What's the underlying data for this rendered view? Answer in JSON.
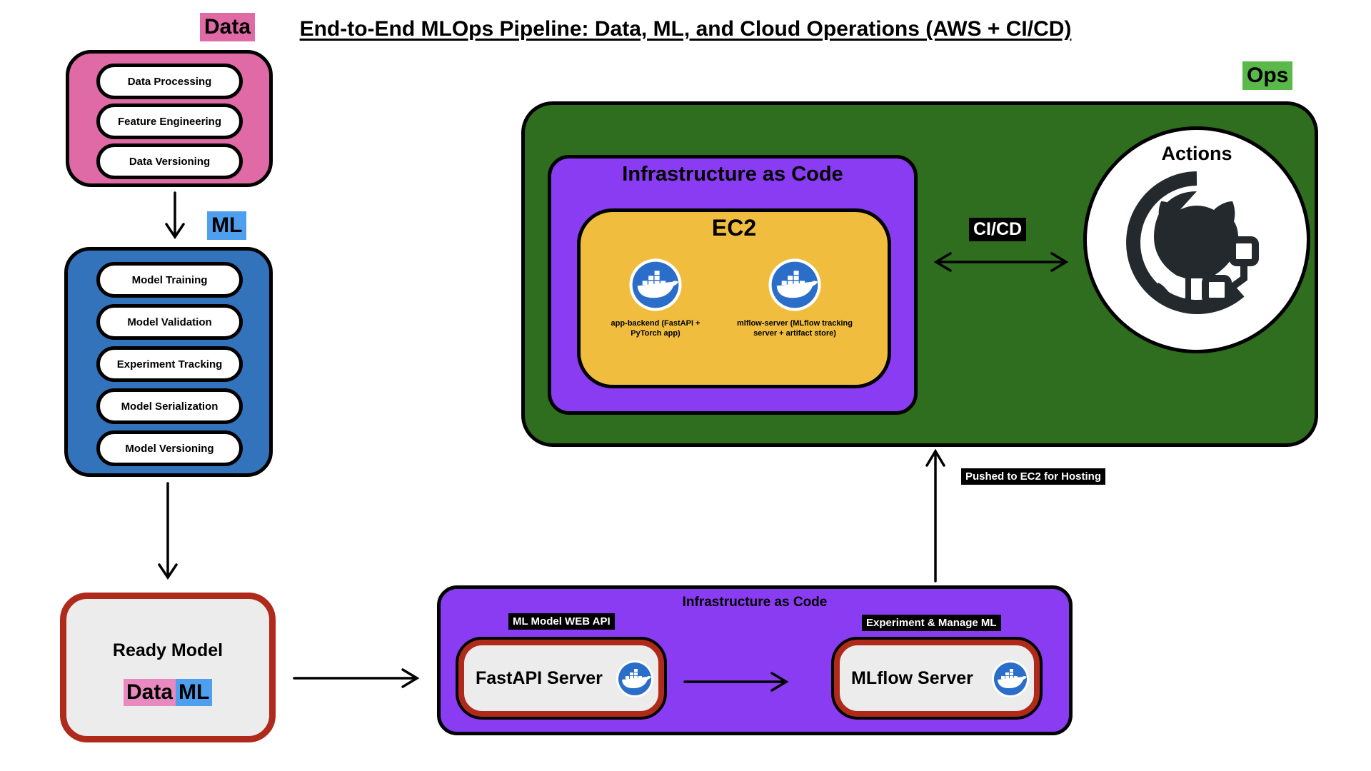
{
  "title": "End-to-End MLOps Pipeline: Data, ML, and Cloud Operations (AWS + CI/CD)",
  "colors": {
    "data_pink": "#e06aa6",
    "ml_blue": "#3273bc",
    "ops_green": "#2f6e1e",
    "iac_purple": "#8a3cf2",
    "ec2_yellow": "#f0bd3f",
    "ready_red": "#b02a1b",
    "docker_blue": "#2a6ec9"
  },
  "data_section": {
    "tag": "Data",
    "items": [
      "Data Processing",
      "Feature Engineering",
      "Data Versioning"
    ]
  },
  "ml_section": {
    "tag": "ML",
    "items": [
      "Model Training",
      "Model Validation",
      "Experiment Tracking",
      "Model Serialization",
      "Model Versioning"
    ]
  },
  "ready_model": {
    "title": "Ready Model",
    "tag_data": "Data",
    "tag_ml": "ML"
  },
  "ops_section": {
    "tag": "Ops",
    "iac_title": "Infrastructure as Code",
    "ec2_title": "EC2",
    "containers": [
      {
        "label": "app-backend (FastAPI + PyTorch app)",
        "icon": "docker-icon"
      },
      {
        "label": "mlflow-server (MLflow tracking server + artifact store)",
        "icon": "docker-icon"
      }
    ],
    "cicd_label": "CI/CD",
    "actions_title": "Actions",
    "actions_icon": "github-actions-icon"
  },
  "pushed_label": "Pushed to EC2 for Hosting",
  "local_iac": {
    "title": "Infrastructure as Code",
    "fastapi_tag": "ML Model WEB API",
    "fastapi_label": "FastAPI Server",
    "mlflow_tag": "Experiment & Manage ML",
    "mlflow_label": "MLflow Server"
  }
}
